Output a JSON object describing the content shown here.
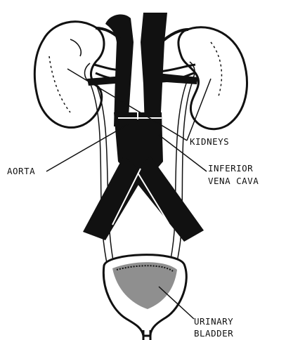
{
  "labels": {
    "kidneys": "KIDNEYS",
    "aorta": "AORTA",
    "ivc_line1": "INFERIOR",
    "ivc_line2": "VENA CAVA",
    "bladder_line1": "URINARY",
    "bladder_line2": "BLADDER"
  },
  "colors": {
    "ink": "#111111",
    "paper": "#ffffff"
  }
}
